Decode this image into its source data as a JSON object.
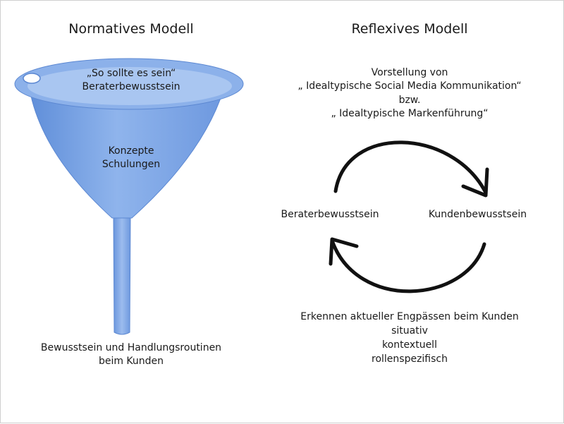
{
  "left": {
    "title": "Normatives Modell",
    "top_lines": [
      "„So sollte es sein“",
      "Beraterbewusstsein"
    ],
    "middle_lines": [
      "Konzepte",
      "Schulungen"
    ],
    "bottom_lines": [
      "Bewusstsein und Handlungsroutinen",
      "beim Kunden"
    ]
  },
  "right": {
    "title": "Reflexives Modell",
    "top_lines": [
      "Vorstellung von",
      "„ Idealtypische Social Media Kommunikation“",
      "bzw.",
      "„ Idealtypische Markenführung“"
    ],
    "left_label": "Beraterbewusstsein",
    "right_label": "Kundenbewusstsein",
    "bottom_lines": [
      "Erkennen aktueller Engpässen beim Kunden",
      "situativ",
      "kontextuell",
      "rollenspezifisch"
    ]
  },
  "colors": {
    "funnel": "#7ea6e6",
    "arrow": "#111111"
  }
}
